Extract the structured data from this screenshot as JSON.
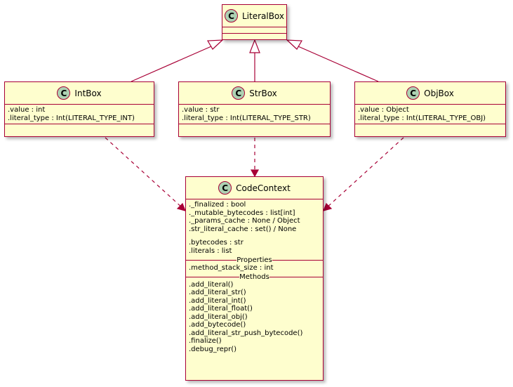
{
  "classes": {
    "literal_box": {
      "name": "LiteralBox",
      "stereotype_letter": "C"
    },
    "int_box": {
      "name": "IntBox",
      "stereotype_letter": "C",
      "fields": [
        ".value : int",
        ".literal_type : Int(LITERAL_TYPE_INT)"
      ]
    },
    "str_box": {
      "name": "StrBox",
      "stereotype_letter": "C",
      "fields": [
        ".value : str",
        ".literal_type : Int(LITERAL_TYPE_STR)"
      ]
    },
    "obj_box": {
      "name": "ObjBox",
      "stereotype_letter": "C",
      "fields": [
        ".value : Object",
        ".literal_type : Int(LITERAL_TYPE_OBJ)"
      ]
    },
    "code_context": {
      "name": "CodeContext",
      "stereotype_letter": "C",
      "fields_group1": [
        "._finalized : bool",
        "._mutable_bytecodes : list[int]",
        "._params_cache : None / Object",
        ".str_literal_cache : set() / None"
      ],
      "fields_group2": [
        ".bytecodes : str",
        ".literals : list"
      ],
      "properties_title": "Properties",
      "properties": [
        ".method_stack_size : int"
      ],
      "methods_title": "Methods",
      "methods": [
        ".add_literal()",
        ".add_literal_str()",
        ".add_literal_int()",
        ".add_literal_float()",
        ".add_literal_obj()",
        ".add_bytecode()",
        ".add_literal_str_push_bytecode()",
        ".finalize()",
        ".debug_repr()"
      ]
    }
  },
  "relations": [
    {
      "type": "inheritance",
      "from": "IntBox",
      "to": "LiteralBox"
    },
    {
      "type": "inheritance",
      "from": "StrBox",
      "to": "LiteralBox"
    },
    {
      "type": "inheritance",
      "from": "ObjBox",
      "to": "LiteralBox"
    },
    {
      "type": "dependency",
      "from": "IntBox",
      "to": "CodeContext"
    },
    {
      "type": "dependency",
      "from": "StrBox",
      "to": "CodeContext"
    },
    {
      "type": "dependency",
      "from": "ObjBox",
      "to": "CodeContext"
    }
  ],
  "colors": {
    "class_fill": "#FEFECE",
    "border": "#A80036",
    "badge": "#ADD1B2"
  }
}
